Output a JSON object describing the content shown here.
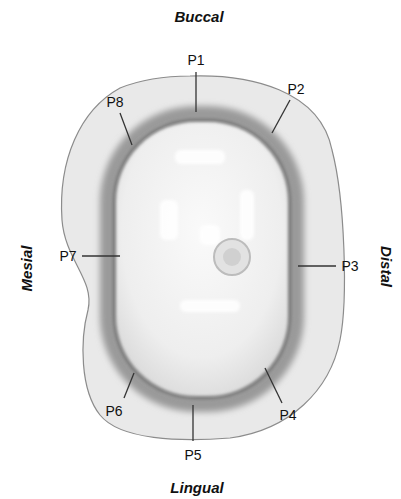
{
  "diagram": {
    "labels": [
      "Buccal",
      "P1",
      "P8",
      "P2",
      "Mesial",
      "Distal",
      "P7",
      "P3",
      "P6",
      "P4",
      "P5",
      "Lingual"
    ]
  }
}
